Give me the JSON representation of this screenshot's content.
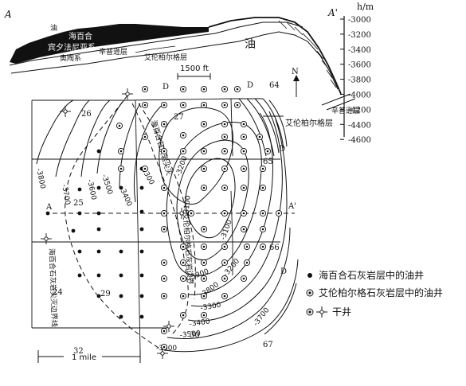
{
  "section": {
    "left_label": "A",
    "right_label": "A'",
    "depth_unit": "h/m",
    "depth_ticks": [
      "-3000",
      "-3200",
      "-3400",
      "-3600",
      "-3800",
      "-4000",
      "-4200",
      "-4400",
      "-4600"
    ],
    "layers": {
      "oil_small": "油",
      "haibaihe": "海百合",
      "pennsylvanian": "宾夕法尼亚系",
      "ordovician": "奥陶系",
      "sinpu": "辛普逊层",
      "ellenburger": "艾伦柏尔格层",
      "oil_big": "油",
      "sinpu_right": "辛普逊层"
    },
    "scale_label": "1500 ft"
  },
  "map": {
    "north": "N",
    "section_start": "A",
    "section_end": "A'",
    "sections": [
      "26",
      "27",
      "64",
      "65",
      "25",
      "66",
      "24",
      "29",
      "30",
      "32",
      "67"
    ],
    "d_marks": [
      "D",
      "D",
      "D",
      "D"
    ],
    "ellenburger_fault_label": "艾伦柏尔格层",
    "contours": [
      "-3800",
      "-3700",
      "-3600",
      "-3500",
      "-3400",
      "-3300",
      "-3200",
      "-3100",
      "-3100",
      "-3200",
      "-3300",
      "-3400",
      "-3500",
      "-3600",
      "-3700",
      "-3800",
      "-3900"
    ],
    "vertical_labels": {
      "ring_haibaihe": "海百合石灰岩尖灭",
      "west_boundary": "海百合石灰岩尖灭边界线",
      "ring_ellenburger": "艾伦柏尔格石灰岩边界"
    },
    "scale_label": "1 mile"
  },
  "legend": {
    "items": [
      {
        "symbol": "●",
        "label": "海百合石灰岩层中的油井"
      },
      {
        "symbol": "◎",
        "label": "艾伦柏尔格石灰岩层中的油井"
      },
      {
        "symbol": "◎ ✧",
        "label": "干井"
      }
    ]
  }
}
